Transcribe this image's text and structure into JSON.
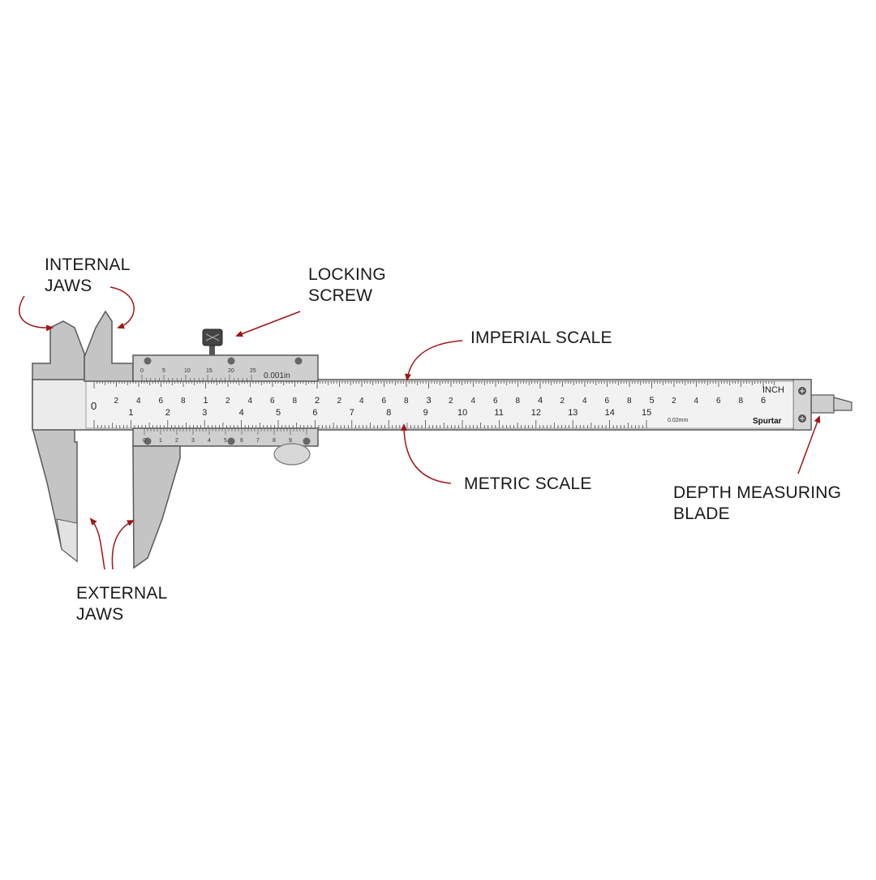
{
  "labels": {
    "internal_jaws": [
      "INTERNAL",
      "JAWS"
    ],
    "locking_screw": [
      "LOCKING",
      "SCREW"
    ],
    "imperial_scale": "IMPERIAL SCALE",
    "metric_scale": "METRIC SCALE",
    "depth_blade": [
      "DEPTH MEASURING",
      "BLADE"
    ],
    "external_jaws": [
      "EXTERNAL",
      "JAWS"
    ]
  },
  "scales": {
    "imperial": {
      "unit": "INCH",
      "zero": "0",
      "inch_numbers": [
        "1",
        "2",
        "3",
        "4",
        "5",
        "6"
      ],
      "sub_numbers": [
        "2",
        "4",
        "6",
        "8"
      ]
    },
    "metric": {
      "numbers": [
        "1",
        "2",
        "3",
        "4",
        "5",
        "6",
        "7",
        "8",
        "9",
        "10",
        "11",
        "12",
        "13",
        "14",
        "15"
      ],
      "resolution": "0.02mm"
    },
    "vernier_imperial": {
      "numbers": [
        "0",
        "5",
        "10",
        "15",
        "20",
        "25"
      ],
      "resolution": "0.001in"
    },
    "vernier_metric": {
      "numbers": [
        "0",
        "1",
        "2",
        "3",
        "4",
        "5",
        "6",
        "7",
        "8",
        "9"
      ]
    }
  },
  "brand": "Spurtar",
  "colors": {
    "arrow": "#a01616",
    "body": "#c8c8c8",
    "beam": "#e9e9e9",
    "outline": "#5a5a5a"
  }
}
